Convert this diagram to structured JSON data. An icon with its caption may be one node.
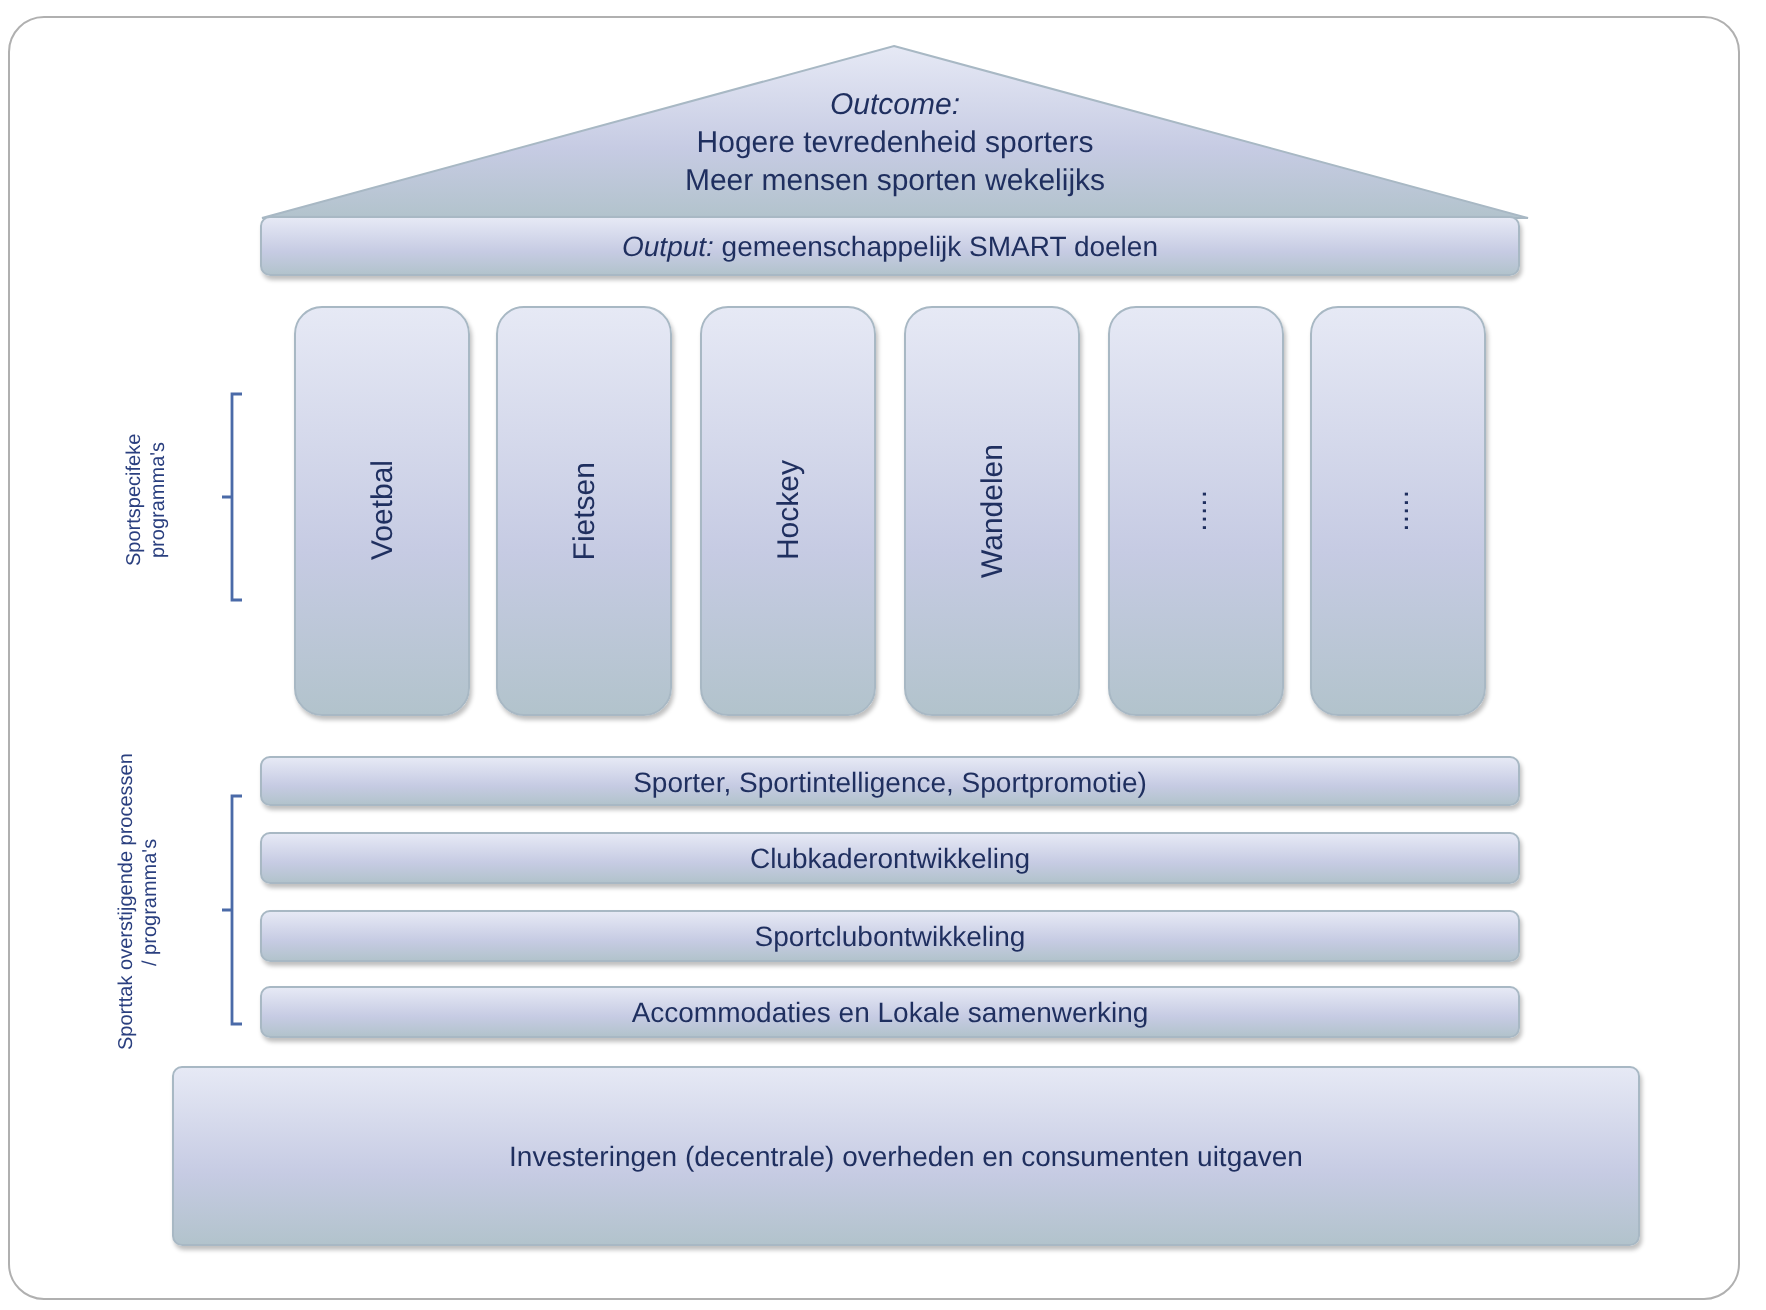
{
  "diagram": {
    "nodes": [
      {
        "text": [
          "Outcome:",
          "Hogere tevredenheid sporters",
          "Meer mensen sporten wekelijks"
        ]
      },
      {
        "text": [
          "*Output:* gemeenschappelijk SMART doelen"
        ]
      },
      {
        "text": [
          "Voetbal"
        ]
      },
      {
        "text": [
          "Fietsen"
        ]
      },
      {
        "text": [
          "Hockey"
        ]
      },
      {
        "text": [
          "Wandelen"
        ]
      },
      {
        "text": [
          "....."
        ]
      },
      {
        "text": [
          "....."
        ]
      },
      {
        "text": [
          "Sporter, Sportintelligence, Sportpromotie)"
        ]
      },
      {
        "text": [
          "Clubkaderontwikkeling"
        ]
      },
      {
        "text": [
          "Sportclubontwikkeling"
        ]
      },
      {
        "text": [
          "Accommodaties en Lokale samenwerking"
        ]
      },
      {
        "text": [
          "Investeringen (decentrale) overheden en consumenten uitgaven"
        ]
      }
    ],
    "labels": [
      "Sportspecifeke programma's",
      "Sporttak overstijgende processen / programma's"
    ]
  }
}
